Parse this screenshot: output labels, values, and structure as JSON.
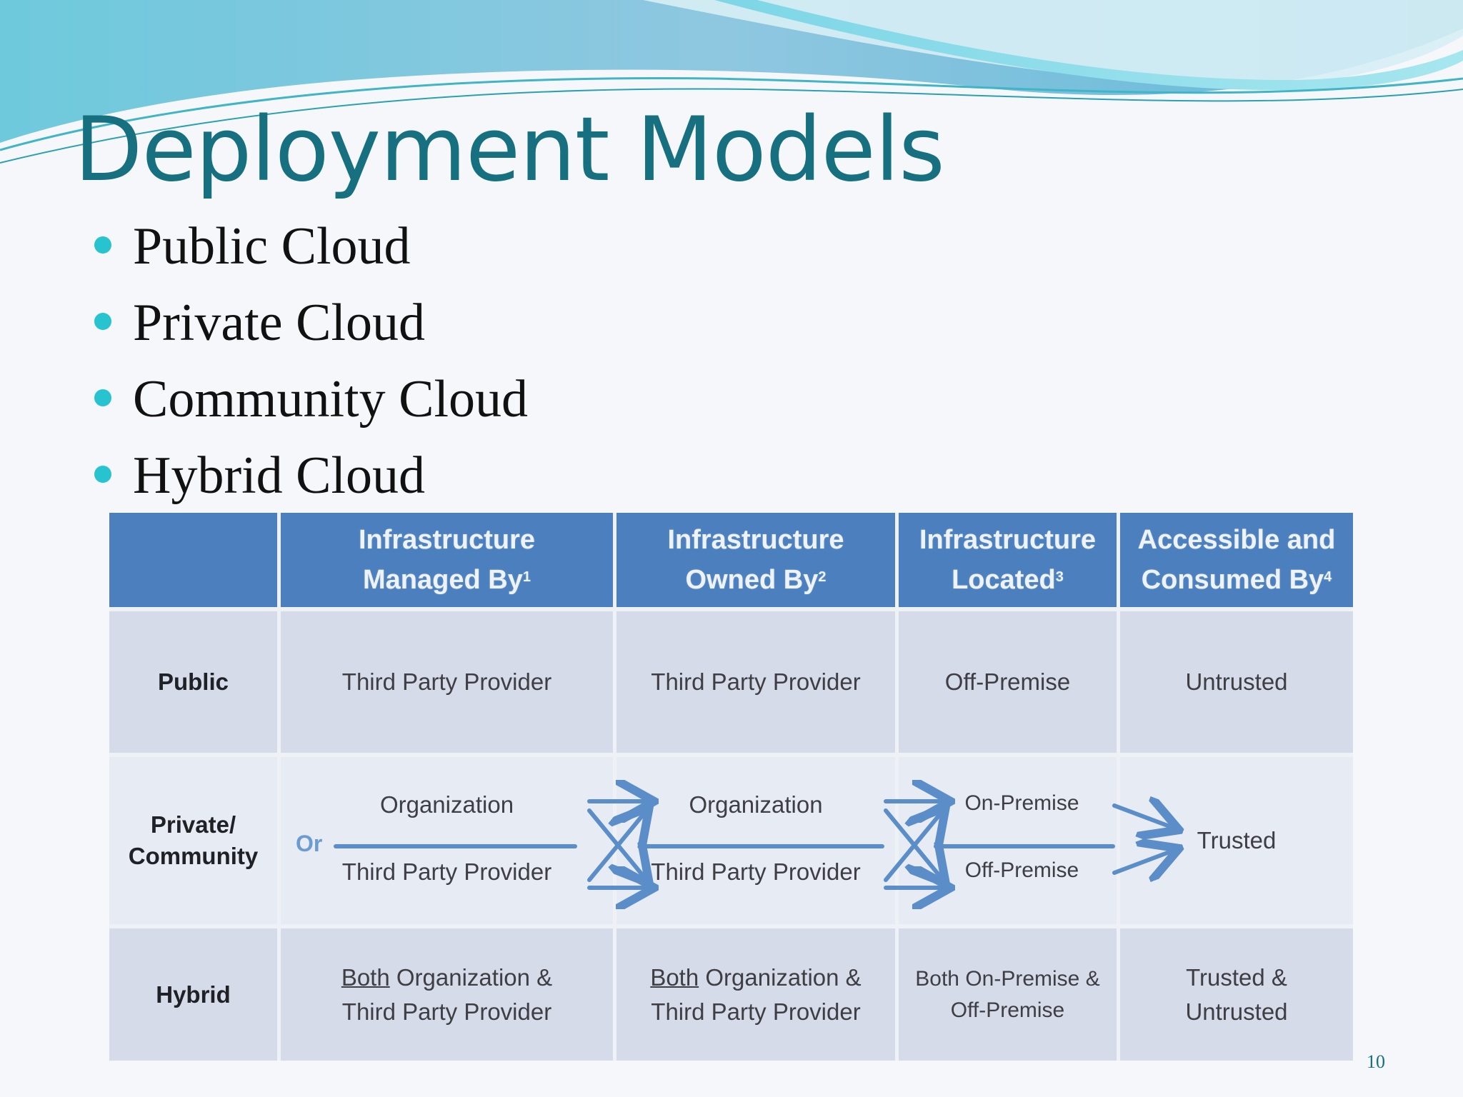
{
  "slide": {
    "title": "Deployment Models",
    "bullets": [
      "Public Cloud",
      "Private Cloud",
      "Community Cloud",
      "Hybrid Cloud"
    ],
    "slide_number": "10",
    "accent_color": "#16707f",
    "bullet_color": "#27c3cf"
  },
  "table": {
    "header_color": "#4b7fbe",
    "headers": [
      {
        "line1": "Infrastructure",
        "line2": "Managed By",
        "sup": "1"
      },
      {
        "line1": "Infrastructure",
        "line2": "Owned By",
        "sup": "2"
      },
      {
        "line1": "Infrastructure",
        "line2": "Located",
        "sup": "3"
      },
      {
        "line1": "Accessible and",
        "line2": "Consumed By",
        "sup": "4"
      }
    ],
    "public": {
      "label": "Public",
      "managed": "Third Party Provider",
      "owned": "Third Party Provider",
      "located": "Off-Premise",
      "consumed": "Untrusted"
    },
    "private": {
      "label_line1": "Private/",
      "label_line2": "Community",
      "or_label": "Or",
      "managed_top": "Organization",
      "managed_bottom": "Third Party Provider",
      "owned_top": "Organization",
      "owned_bottom": "Third Party Provider",
      "located_top": "On-Premise",
      "located_bottom": "Off-Premise",
      "consumed": "Trusted"
    },
    "hybrid": {
      "label": "Hybrid",
      "managed_both": "Both",
      "managed_line1_rest": " Organization &",
      "managed_line2": "Third Party Provider",
      "owned_both": "Both",
      "owned_line1_rest": " Organization &",
      "owned_line2": "Third Party Provider",
      "located_line1": "Both On-Premise &",
      "located_line2": "Off-Premise",
      "consumed_line1": "Trusted &",
      "consumed_line2": "Untrusted"
    }
  }
}
